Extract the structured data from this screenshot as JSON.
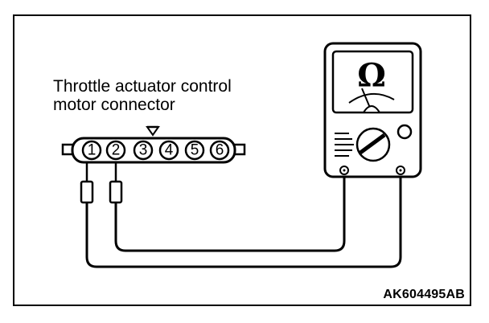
{
  "connector": {
    "label_line1": "Throttle actuator control",
    "label_line2": "motor connector",
    "pins": [
      "1",
      "2",
      "3",
      "4",
      "5",
      "6"
    ]
  },
  "meter": {
    "unit_symbol": "Ω"
  },
  "figure_id": "AK604495AB"
}
